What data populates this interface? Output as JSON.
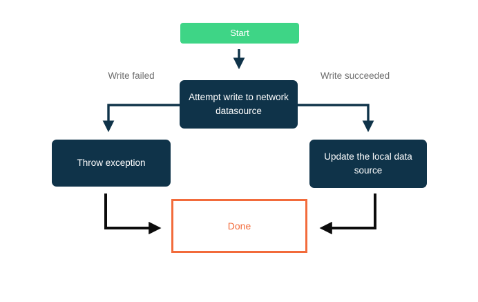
{
  "diagram": {
    "type": "flowchart",
    "nodes": {
      "start": {
        "label": "Start"
      },
      "attempt": {
        "label": "Attempt write to network datasource"
      },
      "throw": {
        "label": "Throw exception"
      },
      "update": {
        "label": "Update the local data source"
      },
      "done": {
        "label": "Done"
      }
    },
    "edge_labels": {
      "left": "Write failed",
      "right": "Write succeeded"
    },
    "edges": [
      {
        "from": "start",
        "to": "attempt",
        "label": ""
      },
      {
        "from": "attempt",
        "to": "throw",
        "label": "Write failed"
      },
      {
        "from": "attempt",
        "to": "update",
        "label": "Write succeeded"
      },
      {
        "from": "throw",
        "to": "done",
        "label": ""
      },
      {
        "from": "update",
        "to": "done",
        "label": ""
      }
    ],
    "colors": {
      "background": "#ffffff",
      "start_fill": "#3ed586",
      "node_fill": "#0f3349",
      "node_text": "#ffffff",
      "done_border": "#f26b3b",
      "done_text": "#f26b3b",
      "edge_label_text": "#6e6e6e",
      "connector_navy": "#0f3349",
      "connector_black": "#0c0c0c"
    }
  }
}
